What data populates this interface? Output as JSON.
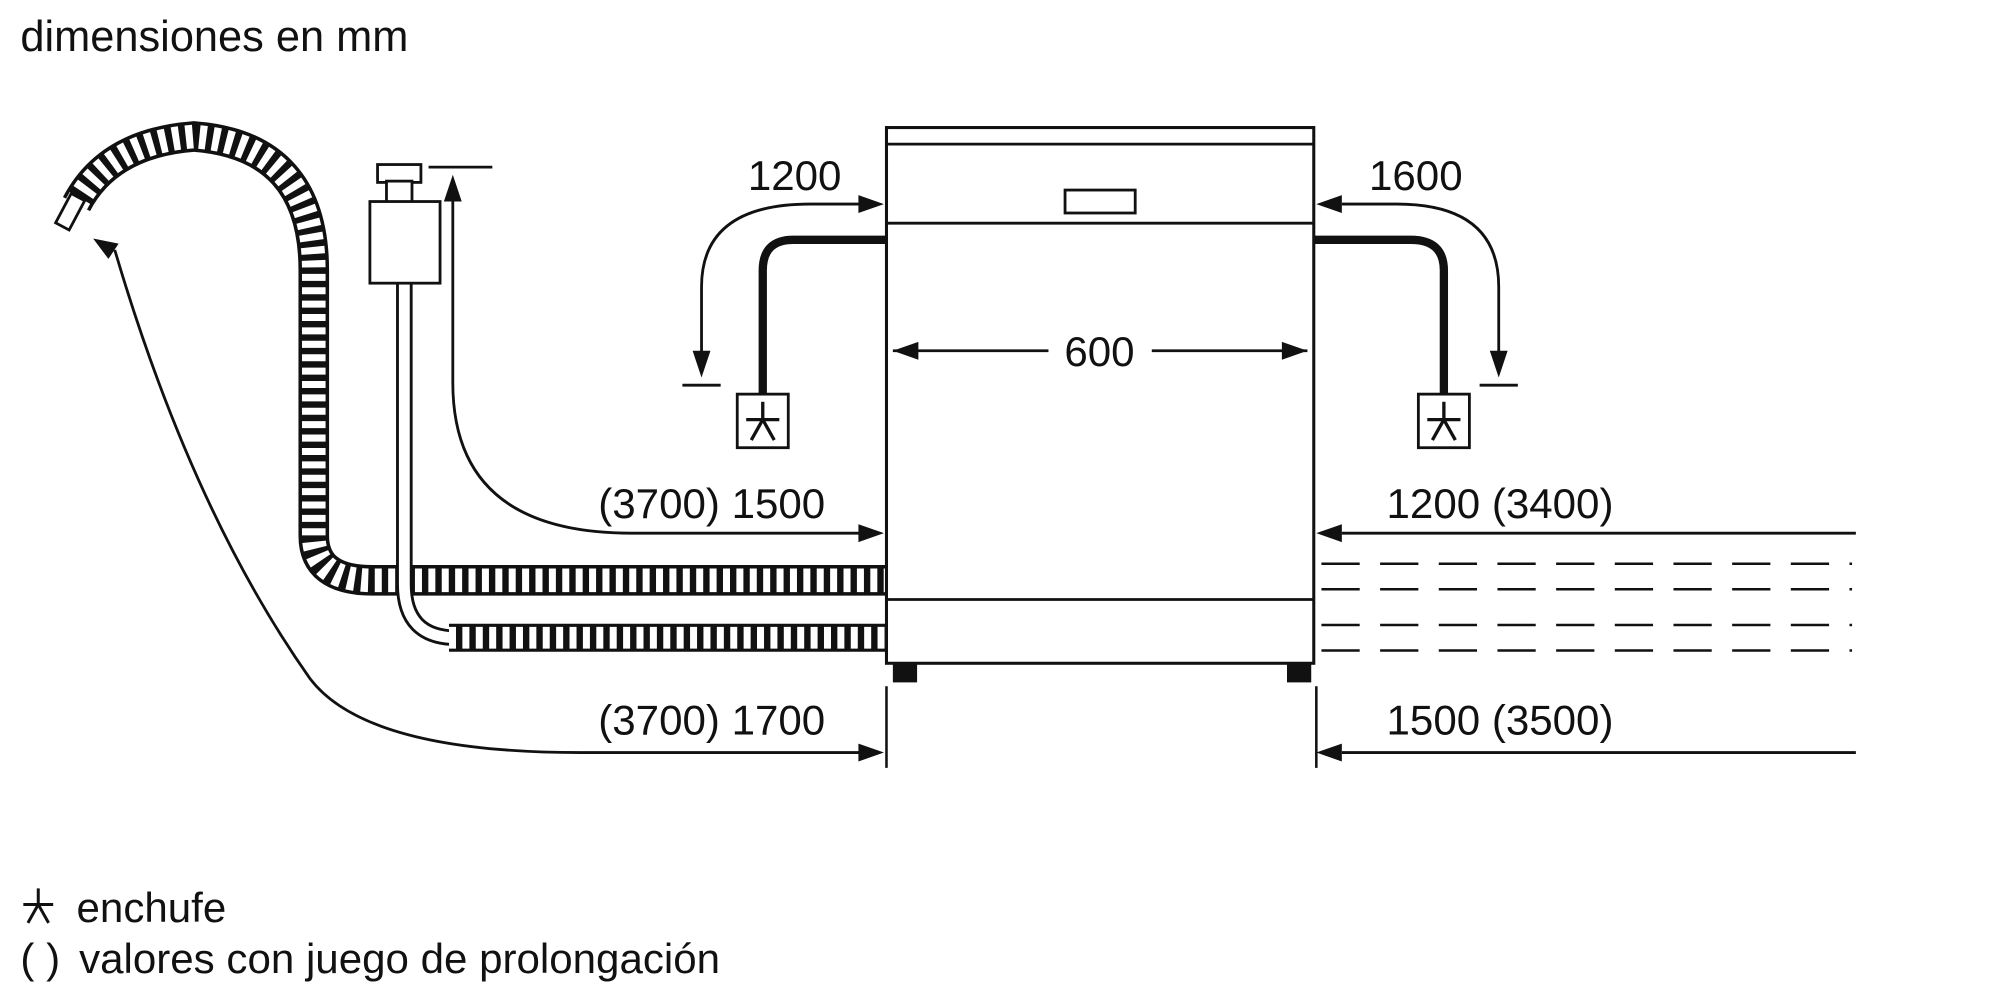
{
  "title": "dimensiones en mm",
  "dimensions": {
    "power_cord_left": "1200",
    "power_cord_right": "1600",
    "appliance_width": "600",
    "supply_hose": "(3700) 1500",
    "right_inlet": "1200 (3400)",
    "drain_hose": "(3700) 1700",
    "right_drain": "1500 (3500)"
  },
  "legend": [
    {
      "icon": "plug-icon",
      "label": "enchufe"
    },
    {
      "symbol": "( )",
      "label": "valores con juego de prolongación"
    }
  ],
  "colors": {
    "line": "#111111",
    "background": "#ffffff"
  }
}
